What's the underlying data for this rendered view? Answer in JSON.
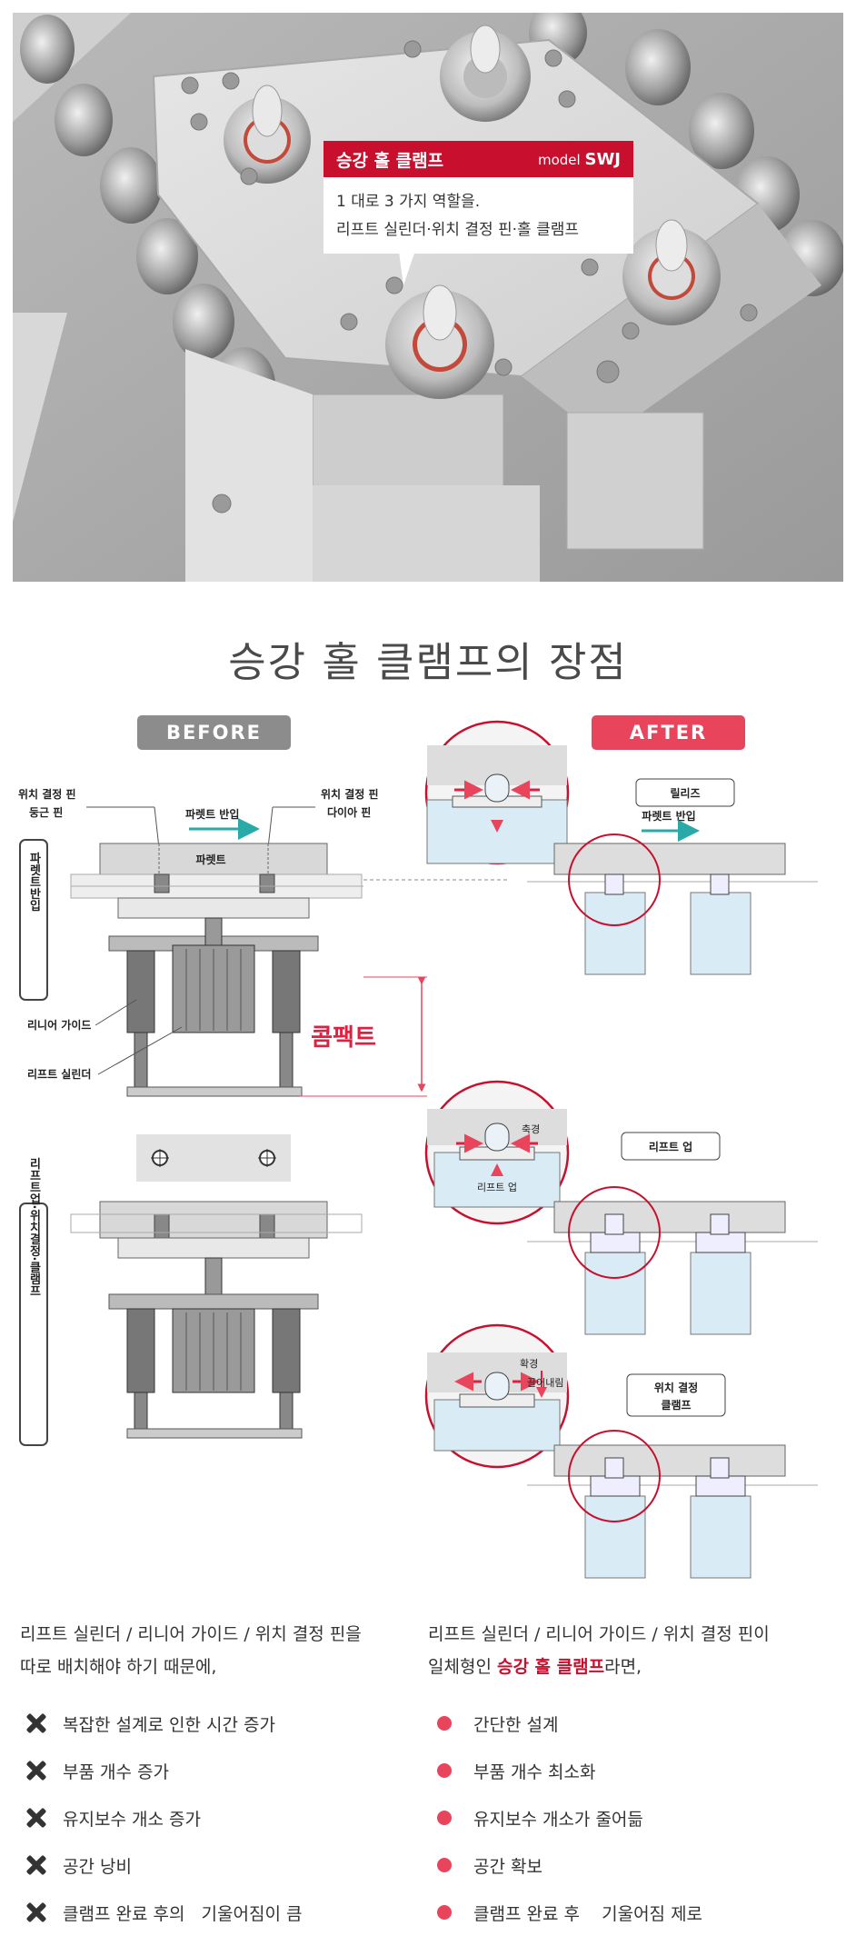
{
  "callout": {
    "title": "승강 홀 클램프",
    "model_prefix": "model",
    "model_name": "SWJ",
    "line1": "1 대로  3 가지 역할을.",
    "line2": "리프트 실린더·위치 결정 핀·홀 클램프"
  },
  "section_title": "승강 홀 클램프의 장점",
  "before": {
    "badge": "BEFORE",
    "label_pin_round_1": "위치 결정 핀",
    "label_pin_round_2": "둥근 핀",
    "label_pin_diamond_1": "위치 결정 핀",
    "label_pin_diamond_2": "다이아 핀",
    "label_pallet_in": "파렛트 반입",
    "label_pallet": "파렛트",
    "label_linear_guide": "리니어 가이드",
    "label_lift_cylinder": "리프트 실린더",
    "side_label_top": "파렛트반입",
    "side_label_bottom": "리프트업·위치결정·클램프",
    "compact": "콤팩트"
  },
  "after": {
    "badge": "AFTER",
    "step1_label": "릴리즈",
    "step1_pallet_in": "파렛트 반입",
    "step2_label": "리프트 업",
    "step2_detail_shrink": "축경",
    "step2_detail_lift": "리프트 업",
    "step3_label_1": "위치 결정",
    "step3_label_2": "클램프",
    "step3_detail_expand": "확경",
    "step3_detail_pull": "끌어내림"
  },
  "bottom_left": {
    "intro_1": "리프트 실린더 / 리니어 가이드 / 위치 결정 핀을",
    "intro_2": "따로 배치해야 하기 때문에,",
    "items": [
      "복잡한 설계로 인한 시간 증가",
      "부품 개수 증가",
      "유지보수 개소 증가",
      "공간 낭비",
      "클램프 완료 후의   기울어짐이 큼"
    ]
  },
  "bottom_right": {
    "intro_1": "리프트 실린더 / 리니어 가이드 / 위치 결정 핀이",
    "intro_2_prefix": "일체형인 ",
    "intro_2_highlight": "승강 홀 클램프",
    "intro_2_suffix": "라면,",
    "items": [
      "간단한 설계",
      "부품 개수 최소화",
      "유지보수 개소가 줄어듦",
      "공간 확보",
      "클램프 완료 후    기울어짐 제로"
    ]
  },
  "colors": {
    "accent_red": "#c8102e",
    "after_pink": "#e8455c",
    "before_gray": "#8c8c8c",
    "arrow_teal": "#2aa9a9",
    "cylinder_blue": "#d9ebf5"
  }
}
